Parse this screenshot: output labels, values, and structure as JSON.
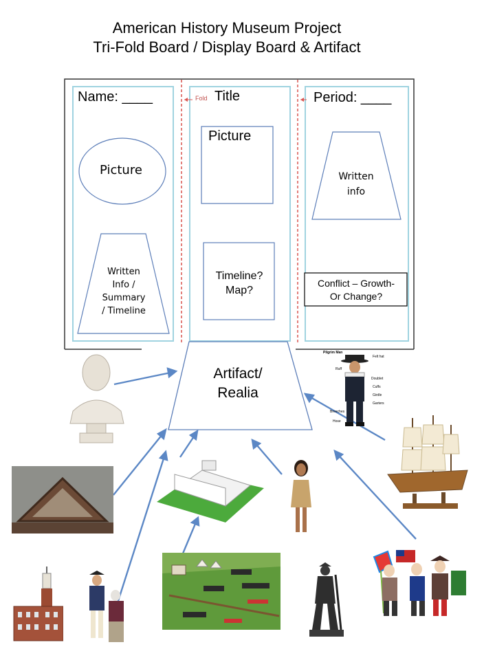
{
  "header": {
    "title_line1": "American History Museum Project",
    "title_line2": "Tri-Fold Board / Display Board & Artifact"
  },
  "board": {
    "name_label": "Name: ____",
    "title_label": "Title",
    "period_label": "Period: ____",
    "fold_label": "Fold",
    "left_picture": "Picture",
    "center_picture": "Picture",
    "left_written_lines": [
      "Written",
      "Info /",
      "Summary",
      "/ Timeline"
    ],
    "right_written_lines": [
      "Written",
      "info"
    ],
    "timeline_lines": [
      "Timeline?",
      "Map?"
    ],
    "conflict_lines": [
      "Conflict – Growth-",
      "Or Change?"
    ]
  },
  "artifact": {
    "label_lines": [
      "Artifact/",
      "Realia"
    ]
  },
  "pilgrim_labels": [
    "Pilgrim Man",
    "Felt hat",
    "Ruff",
    "Doublet",
    "Cuffs",
    "Girdle",
    "Garters",
    "Breeches",
    "Hose"
  ],
  "colors": {
    "board_outline": "#333333",
    "panel_outline": "#9fd3e0",
    "fold_line": "#d9534f",
    "shape_stroke": "#5b7db8",
    "arrow": "#5b87c5"
  },
  "icons": [
    "bust-icon",
    "fort-model-icon",
    "white-house-model-icon",
    "native-doll-icon",
    "pilgrim-figure-icon",
    "ship-model-icon",
    "independence-hall-icon",
    "colonial-figures-icon",
    "battle-diorama-icon",
    "minuteman-statue-icon",
    "patriot-figures-icon"
  ]
}
